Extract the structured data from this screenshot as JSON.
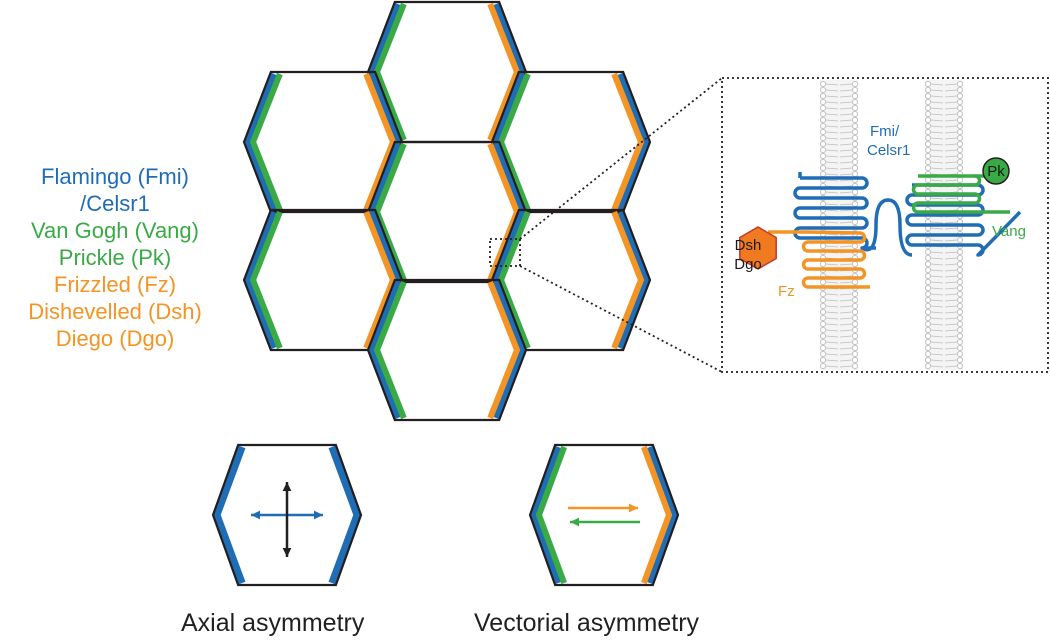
{
  "colors": {
    "fmi": "#1f6db5",
    "vang": "#3aaa47",
    "fz": "#f39425",
    "outline": "#231f20",
    "membrane": "#bdbdbd",
    "pk_fill": "#3aaa47",
    "dsh_fill": "#f07a1f"
  },
  "legend": [
    {
      "text": "Flamingo (Fmi)",
      "color": "#1f6db5"
    },
    {
      "text": "/Celsr1",
      "color": "#1f6db5"
    },
    {
      "text": "Van Gogh (Vang)",
      "color": "#3aaa47"
    },
    {
      "text": "Prickle (Pk)",
      "color": "#3aaa47"
    },
    {
      "text": "Frizzled (Fz)",
      "color": "#f39425"
    },
    {
      "text": "Dishevelled (Dsh)",
      "color": "#f39425"
    },
    {
      "text": "Diego (Dgo)",
      "color": "#f39425"
    }
  ],
  "inset_labels": {
    "fmi_line1": "Fmi/",
    "fmi_line2": "Celsr1",
    "pk": "Pk",
    "vang": "Vang",
    "dsh": "Dsh",
    "dgo": "Dgo",
    "fz": "Fz"
  },
  "captions": {
    "axial": "Axial asymmetry",
    "vectorial": "Vectorial asymmetry"
  }
}
